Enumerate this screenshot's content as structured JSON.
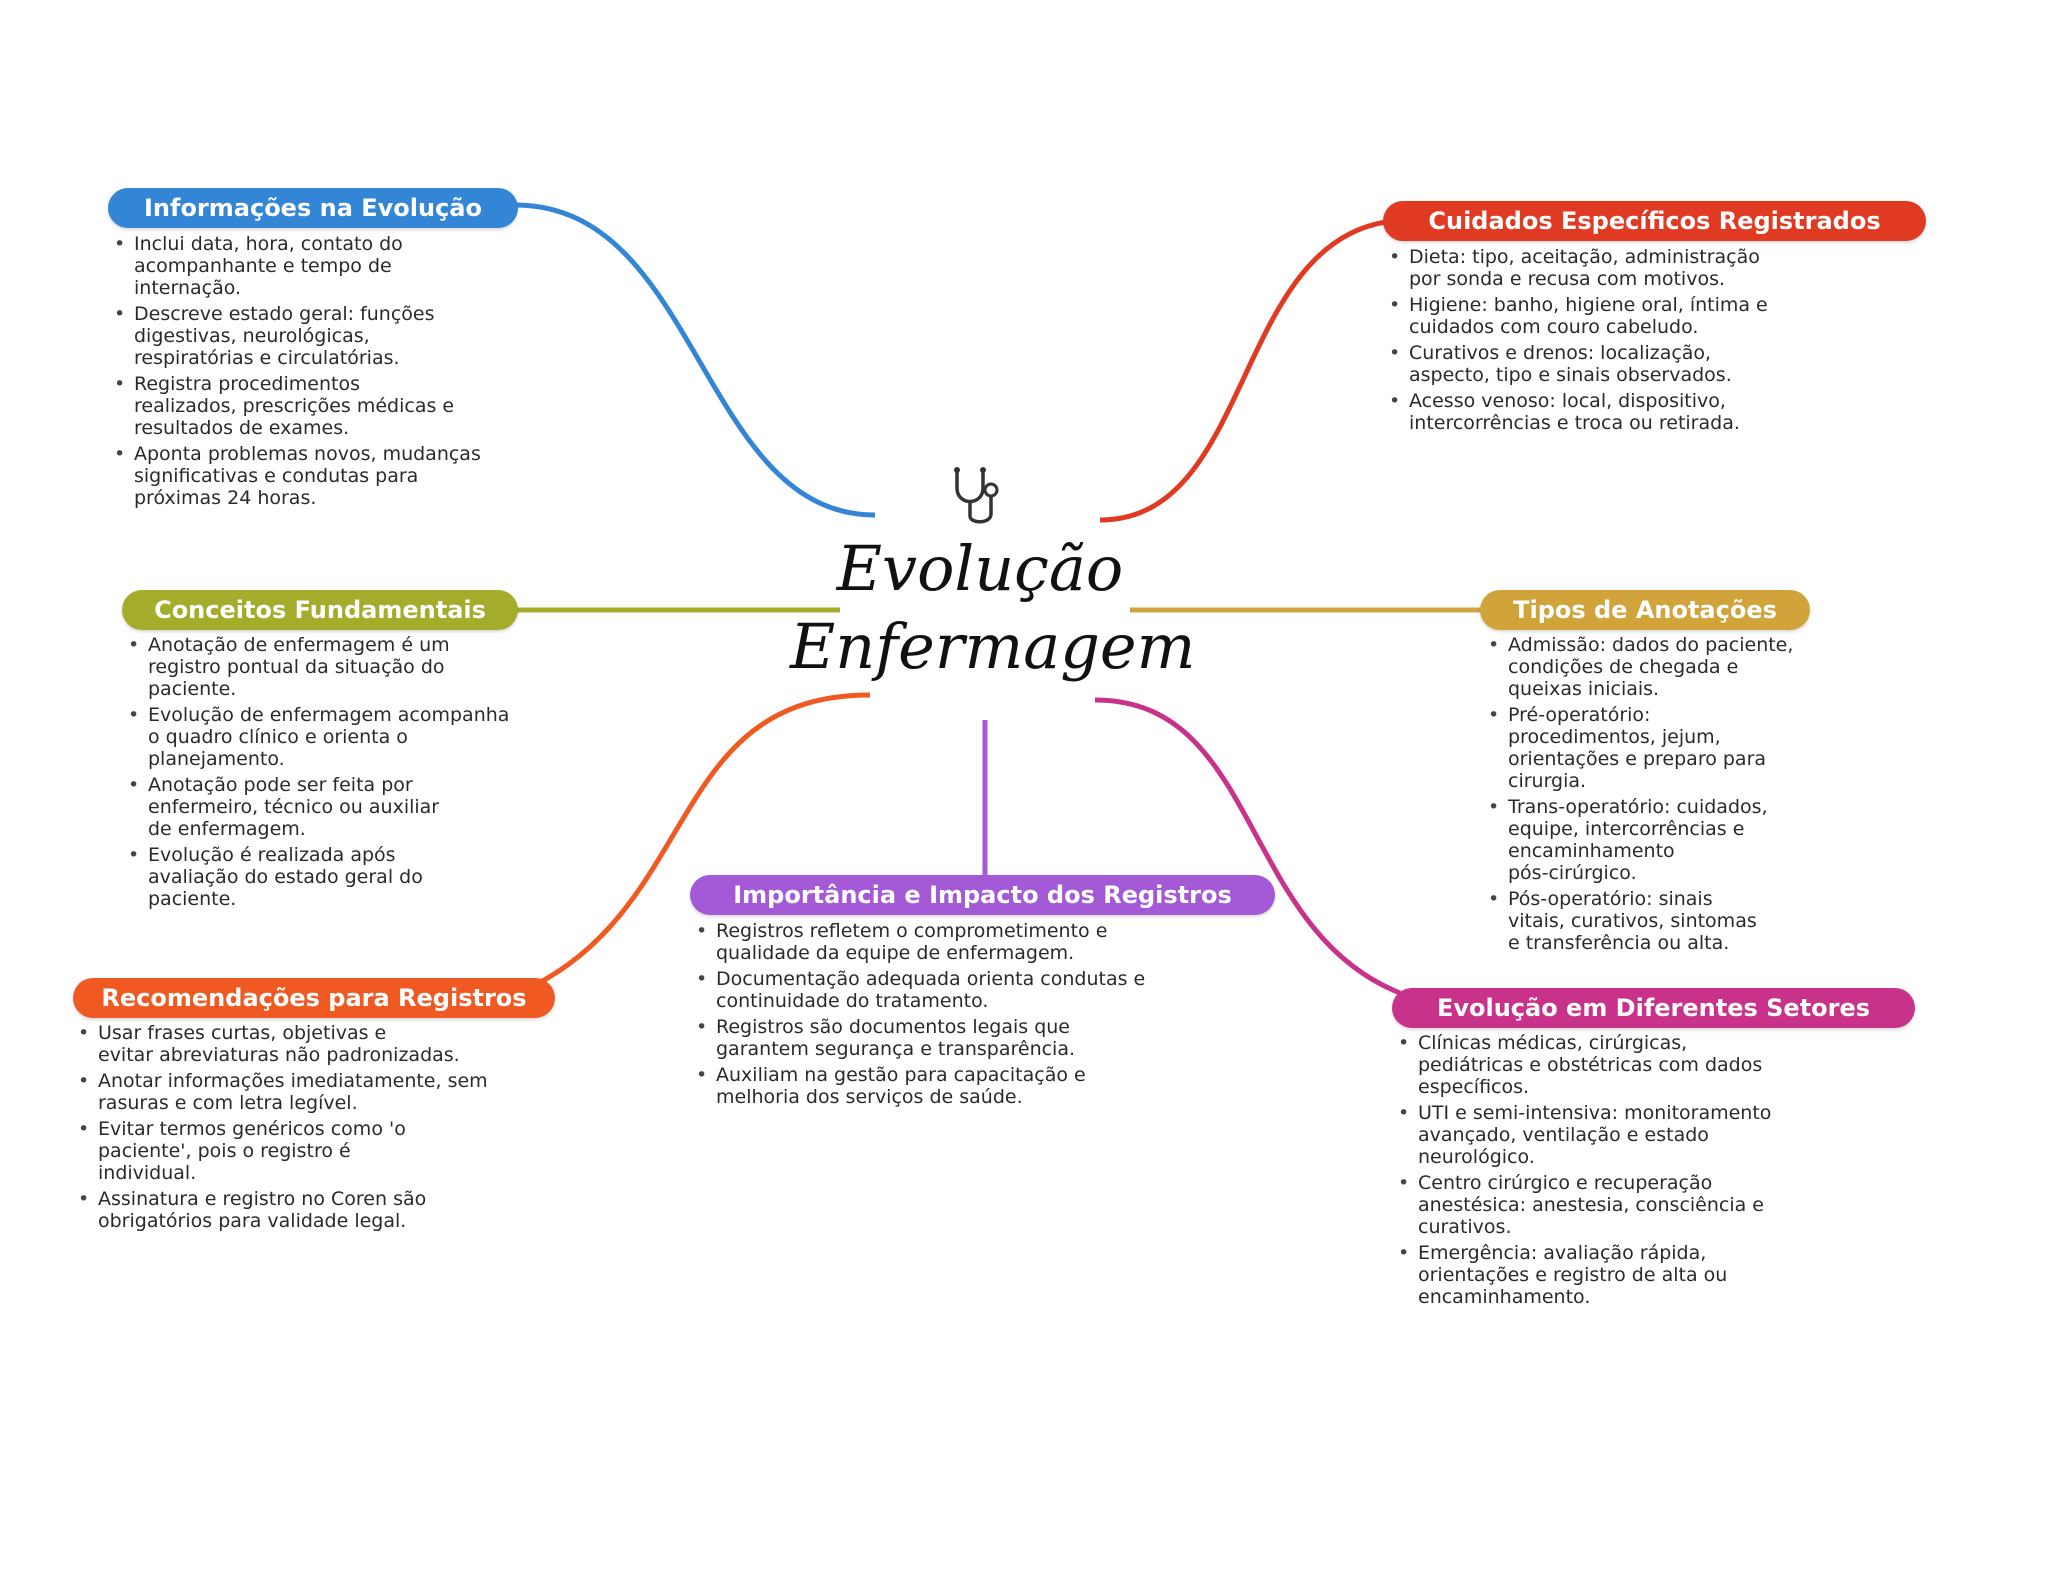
{
  "center": {
    "title": "Evolução\nEnfermagem",
    "icon": "stethoscope-icon"
  },
  "colors": {
    "info": "#3385d6",
    "cuidados": "#e13a22",
    "conceitos": "#a3ad2b",
    "tipos": "#d0a43a",
    "recomendacoes": "#f05a22",
    "importancia": "#a45ad6",
    "setores": "#c8328a"
  },
  "branches": {
    "info": {
      "title": "Informações na Evolução",
      "items": [
        "Inclui data, hora, contato do\nacompanhante e tempo de\ninternação.",
        "Descreve estado geral: funções\ndigestivas, neurológicas,\nrespiratórias e circulatórias.",
        "Registra procedimentos\nrealizados, prescrições médicas e\nresultados de exames.",
        "Aponta problemas novos, mudanças\nsignificativas e condutas para\npróximas 24 horas."
      ]
    },
    "cuidados": {
      "title": "Cuidados Específicos Registrados",
      "items": [
        "Dieta: tipo, aceitação, administração\npor sonda e recusa com motivos.",
        "Higiene: banho, higiene oral, íntima e\ncuidados com couro cabeludo.",
        "Curativos e drenos: localização,\naspecto, tipo e sinais observados.",
        "Acesso venoso: local, dispositivo,\nintercorrências e troca ou retirada."
      ]
    },
    "conceitos": {
      "title": "Conceitos Fundamentais",
      "items": [
        "Anotação de enfermagem é um\nregistro pontual da situação do\npaciente.",
        "Evolução de enfermagem acompanha\no quadro clínico e orienta o\nplanejamento.",
        "Anotação pode ser feita por\nenfermeiro, técnico ou auxiliar\nde enfermagem.",
        "Evolução é realizada após\navaliação do estado geral do\npaciente."
      ]
    },
    "tipos": {
      "title": "Tipos de Anotações",
      "items": [
        "Admissão: dados do paciente,\ncondições de chegada e\nqueixas iniciais.",
        "Pré-operatório:\nprocedimentos, jejum,\norientações e preparo para\ncirurgia.",
        "Trans-operatório: cuidados,\nequipe, intercorrências e\nencaminhamento\npós-cirúrgico.",
        "Pós-operatório: sinais\nvitais, curativos, sintomas\ne transferência ou alta."
      ]
    },
    "recomendacoes": {
      "title": "Recomendações para Registros",
      "items": [
        "Usar frases curtas, objetivas e\nevitar abreviaturas não padronizadas.",
        "Anotar informações imediatamente, sem\nrasuras e com letra legível.",
        "Evitar termos genéricos como 'o\npaciente', pois o registro é\nindividual.",
        "Assinatura e registro no Coren são\nobrigatórios para validade legal."
      ]
    },
    "importancia": {
      "title": "Importância e Impacto dos Registros",
      "items": [
        "Registros refletem o comprometimento e\nqualidade da equipe de enfermagem.",
        "Documentação adequada orienta condutas e\ncontinuidade do tratamento.",
        "Registros são documentos legais que\ngarantem segurança e transparência.",
        "Auxiliam na gestão para capacitação e\nmelhoria dos serviços de saúde."
      ]
    },
    "setores": {
      "title": "Evolução em Diferentes Setores",
      "items": [
        "Clínicas médicas, cirúrgicas,\npediátricas e obstétricas com dados\nespecíficos.",
        "UTI e semi-intensiva: monitoramento\navançado, ventilação e estado\nneurológico.",
        "Centro cirúrgico e recuperação\nanestésica: anestesia, consciência e\ncurativos.",
        "Emergência: avaliação rápida,\norientações e registro de alta ou\nencaminhamento."
      ]
    }
  }
}
